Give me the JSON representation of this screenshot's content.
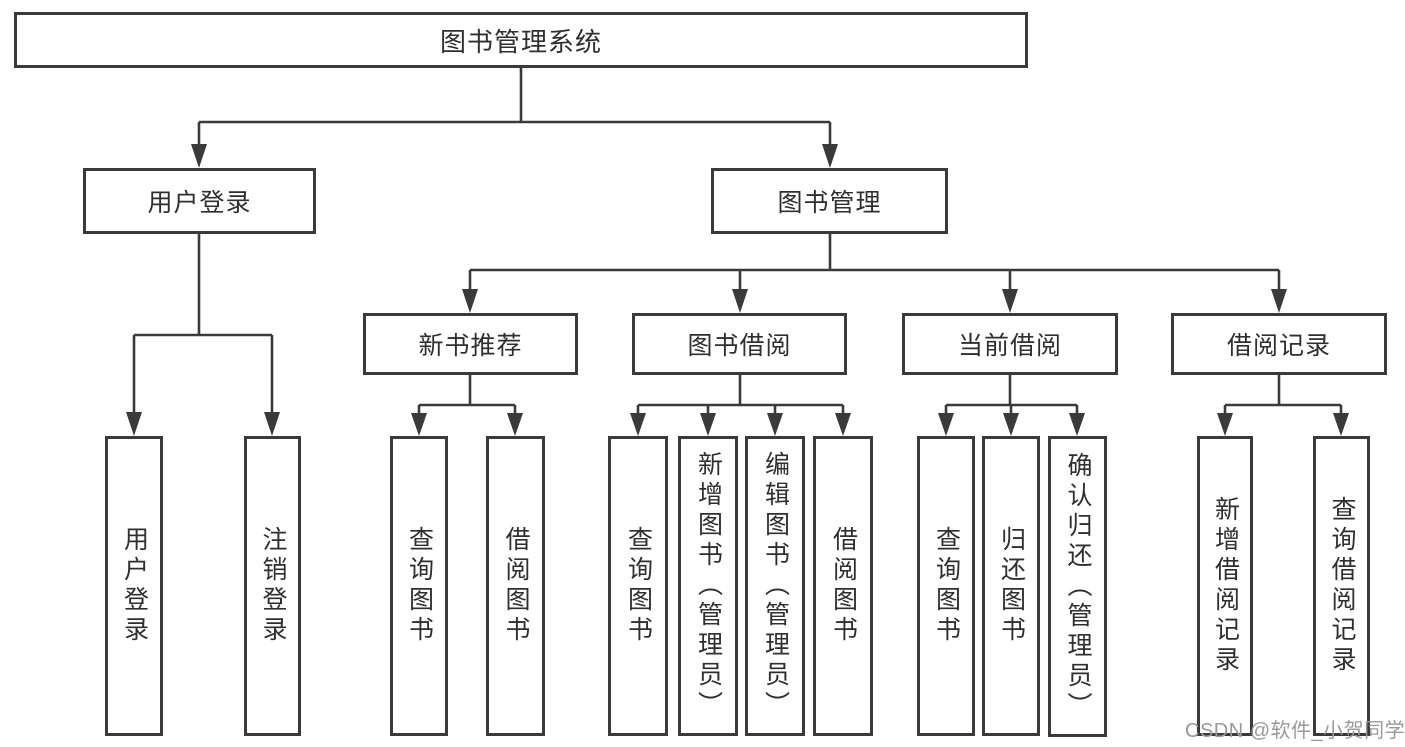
{
  "diagram": {
    "type": "tree",
    "root": {
      "label": "图书管理系统"
    },
    "branches": [
      {
        "label": "用户登录",
        "children": [
          {
            "label": "用户登录"
          },
          {
            "label": "注销登录"
          }
        ]
      },
      {
        "label": "图书管理",
        "children": [
          {
            "label": "新书推荐",
            "children": [
              {
                "label": "查询图书"
              },
              {
                "label": "借阅图书"
              }
            ]
          },
          {
            "label": "图书借阅",
            "children": [
              {
                "label": "查询图书"
              },
              {
                "label": "新增图书（管理员）"
              },
              {
                "label": "编辑图书（管理员）"
              },
              {
                "label": "借阅图书"
              }
            ]
          },
          {
            "label": "当前借阅",
            "children": [
              {
                "label": "查询图书"
              },
              {
                "label": "归还图书"
              },
              {
                "label": "确认归还（管理员）"
              }
            ]
          },
          {
            "label": "借阅记录",
            "children": [
              {
                "label": "新增借阅记录"
              },
              {
                "label": "查询借阅记录"
              }
            ]
          }
        ]
      }
    ]
  },
  "watermark": {
    "text": "CSDN @软件_小贺同学",
    "color": "#9a9a9a"
  },
  "colors": {
    "line": "#3a3a3a",
    "text": "#2f2f2f",
    "background": "#ffffff"
  }
}
